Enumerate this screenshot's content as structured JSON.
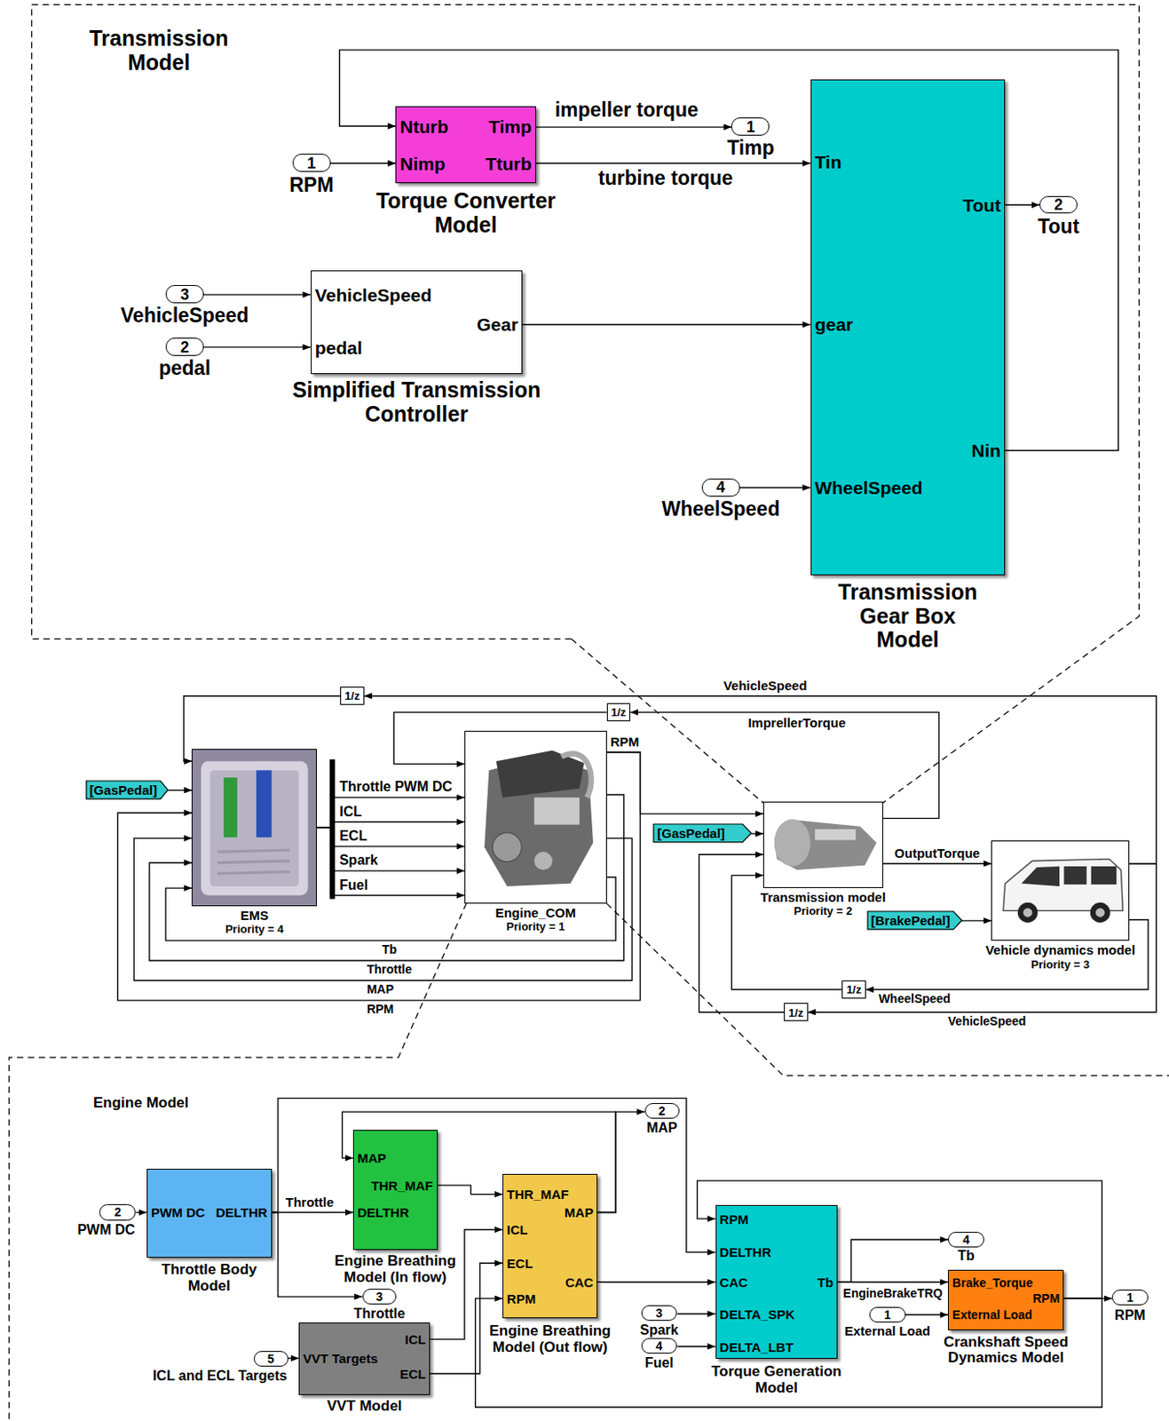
{
  "diagram": {
    "nodes": [
      {
        "text": [
          "Transmission Model"
        ]
      },
      {
        "text": [
          "1",
          "RPM"
        ],
        "in": 0
      },
      {
        "text": [
          "Nturb",
          "Timp",
          "Nimp",
          "Tturb",
          "Torque Converter Model"
        ],
        "in": 0
      },
      {
        "text": [
          "1",
          "Timp"
        ],
        "in": 0
      },
      {
        "text": [
          "Tin",
          "Tout",
          "gear",
          "Nin",
          "WheelSpeed",
          "Transmission Gear Box Model"
        ],
        "in": 0
      },
      {
        "text": [
          "2",
          "Tout"
        ],
        "in": 0
      },
      {
        "text": [
          "3",
          "VehicleSpeed"
        ],
        "in": 0
      },
      {
        "text": [
          "2",
          "pedal"
        ],
        "in": 0
      },
      {
        "text": [
          "VehicleSpeed",
          "Gear",
          "pedal",
          "Simplified Transmission Controller"
        ],
        "in": 0
      },
      {
        "text": [
          "4",
          "WheelSpeed"
        ],
        "in": 0
      },
      {
        "text": [
          "[GasPedal]"
        ]
      },
      {
        "text": [
          "EMS",
          "Priority = 4"
        ]
      },
      {
        "text": [
          "Engine_COM",
          "Priority = 1"
        ]
      },
      {
        "text": [
          "[GasPedal]"
        ]
      },
      {
        "text": [
          "Transmission model",
          "Priority = 2"
        ]
      },
      {
        "text": [
          "Vehicle dynamics model",
          "Priority = 3"
        ]
      },
      {
        "text": [
          "[BrakePedal]"
        ]
      },
      {
        "text": [
          "1/z"
        ]
      },
      {
        "text": [
          "1/z"
        ]
      },
      {
        "text": [
          "1/z"
        ]
      },
      {
        "text": [
          "1/z"
        ]
      },
      {
        "text": [
          "Engine Model"
        ]
      },
      {
        "text": [
          "2",
          "PWM DC"
        ],
        "in": 21
      },
      {
        "text": [
          "PWM DC",
          "DELTHR",
          "Throttle Body Model"
        ],
        "in": 21
      },
      {
        "text": [
          "MAP",
          "THR_MAF",
          "DELTHR",
          "Engine Breathing Model (In flow)"
        ],
        "in": 21
      },
      {
        "text": [
          "3",
          "Throttle"
        ],
        "in": 21
      },
      {
        "text": [
          "ICL",
          "VVT Targets",
          "ECL",
          "VVT Model"
        ],
        "in": 21
      },
      {
        "text": [
          "5",
          "ICL and ECL Targets"
        ],
        "in": 21
      },
      {
        "text": [
          "THR_MAF",
          "MAP",
          "ICL",
          "ECL",
          "CAC",
          "RPM",
          "Engine Breathing Model (Out flow)"
        ],
        "in": 21
      },
      {
        "text": [
          "2",
          "MAP"
        ],
        "in": 21
      },
      {
        "text": [
          "RPM",
          "DELTHR",
          "CAC",
          "Tb",
          "DELTA_SPK",
          "DELTA_LBT",
          "Torque Generation Model"
        ],
        "in": 21
      },
      {
        "text": [
          "3",
          "Spark"
        ],
        "in": 21
      },
      {
        "text": [
          "4",
          "Fuel"
        ],
        "in": 21
      },
      {
        "text": [
          "4",
          "Tb"
        ],
        "in": 21
      },
      {
        "text": [
          "1",
          "External Load"
        ],
        "in": 21
      },
      {
        "text": [
          "Brake_Torque",
          "RPM",
          "External Load",
          "Crankshaft Speed Dynamics Model"
        ],
        "in": 21
      },
      {
        "text": [
          "1",
          "RPM"
        ],
        "in": 21
      }
    ],
    "edges": [
      {
        "from": 1,
        "to": 2,
        "arrow": "to"
      },
      {
        "from": 2,
        "to": 3,
        "arrow": "to",
        "label": "impeller torque"
      },
      {
        "from": 2,
        "to": 4,
        "arrow": "to",
        "label": "turbine torque"
      },
      {
        "from": 4,
        "to": 2,
        "arrow": "to"
      },
      {
        "from": 4,
        "to": 5,
        "arrow": "to"
      },
      {
        "from": 6,
        "to": 8,
        "arrow": "to"
      },
      {
        "from": 7,
        "to": 8,
        "arrow": "to"
      },
      {
        "from": 8,
        "to": 4,
        "arrow": "to"
      },
      {
        "from": 9,
        "to": 4,
        "arrow": "to"
      },
      {
        "from": 10,
        "to": 11,
        "arrow": "to"
      },
      {
        "from": 11,
        "to": 12,
        "arrow": "to",
        "label": "Throttle PWM DC"
      },
      {
        "from": 11,
        "to": 12,
        "arrow": "to",
        "label": "ICL"
      },
      {
        "from": 11,
        "to": 12,
        "arrow": "to",
        "label": "ECL"
      },
      {
        "from": 11,
        "to": 12,
        "arrow": "to",
        "label": "Spark"
      },
      {
        "from": 11,
        "to": 12,
        "arrow": "to",
        "label": "Fuel"
      },
      {
        "from": 12,
        "to": 11,
        "arrow": "to",
        "label": "Tb"
      },
      {
        "from": 12,
        "to": 11,
        "arrow": "to",
        "label": "Throttle"
      },
      {
        "from": 12,
        "to": 11,
        "arrow": "to",
        "label": "MAP"
      },
      {
        "from": 12,
        "to": 11,
        "arrow": "to",
        "label": "RPM"
      },
      {
        "from": 12,
        "to": 14,
        "arrow": "to",
        "label": "RPM"
      },
      {
        "from": 14,
        "to": 18,
        "arrow": "to",
        "label": "ImprellerTorque"
      },
      {
        "from": 18,
        "to": 12,
        "arrow": "to"
      },
      {
        "from": 14,
        "to": 15,
        "arrow": "to",
        "label": "OutputTorque"
      },
      {
        "from": 15,
        "to": 17,
        "arrow": "to",
        "label": "VehicleSpeed"
      },
      {
        "from": 17,
        "to": 11,
        "arrow": "to"
      },
      {
        "from": 15,
        "to": 19,
        "arrow": "to",
        "label": "WheelSpeed"
      },
      {
        "from": 19,
        "to": 14,
        "arrow": "to"
      },
      {
        "from": 15,
        "to": 20,
        "arrow": "to",
        "label": "VehicleSpeed"
      },
      {
        "from": 20,
        "to": 14,
        "arrow": "to"
      },
      {
        "from": 13,
        "to": 14,
        "arrow": "to"
      },
      {
        "from": 16,
        "to": 15,
        "arrow": "to"
      },
      {
        "from": 22,
        "to": 23,
        "arrow": "to"
      },
      {
        "from": 23,
        "to": 24,
        "arrow": "to",
        "label": "Throttle"
      },
      {
        "from": 23,
        "to": 25,
        "arrow": "to"
      },
      {
        "from": 23,
        "to": 30,
        "arrow": "to"
      },
      {
        "from": 24,
        "to": 28,
        "arrow": "to"
      },
      {
        "from": 28,
        "to": 24,
        "arrow": "to"
      },
      {
        "from": 28,
        "to": 29,
        "arrow": "to"
      },
      {
        "from": 26,
        "to": 28,
        "arrow": "to"
      },
      {
        "from": 26,
        "to": 28,
        "arrow": "to"
      },
      {
        "from": 27,
        "to": 26,
        "arrow": "to"
      },
      {
        "from": 28,
        "to": 30,
        "arrow": "to"
      },
      {
        "from": 31,
        "to": 30,
        "arrow": "to"
      },
      {
        "from": 32,
        "to": 30,
        "arrow": "to"
      },
      {
        "from": 30,
        "to": 35,
        "arrow": "to",
        "label": "EngineBrakeTRQ"
      },
      {
        "from": 30,
        "to": 33,
        "arrow": "to"
      },
      {
        "from": 34,
        "to": 35,
        "arrow": "to"
      },
      {
        "from": 35,
        "to": 36,
        "arrow": "to"
      },
      {
        "from": 35,
        "to": 30,
        "arrow": "to"
      },
      {
        "from": 35,
        "to": 28,
        "arrow": "to"
      }
    ]
  }
}
